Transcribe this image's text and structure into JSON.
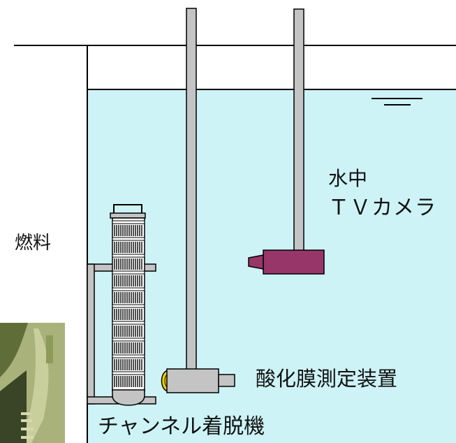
{
  "labels": {
    "fuel": "燃料",
    "tv_camera_line1": "水中",
    "tv_camera_line2": "ＴＶカメラ",
    "oxide_measurement": "酸化膜測定装置",
    "channel_remover": "チャンネル着脱機"
  },
  "colors": {
    "water": "#cdf3f6",
    "rod": "#c4c4c4",
    "camera": "#973669",
    "sensor": "#eed300",
    "outline": "#000000",
    "fuel_rack": "#c4c4c4"
  },
  "icons": {
    "water_level": "water-surface-symbol"
  }
}
